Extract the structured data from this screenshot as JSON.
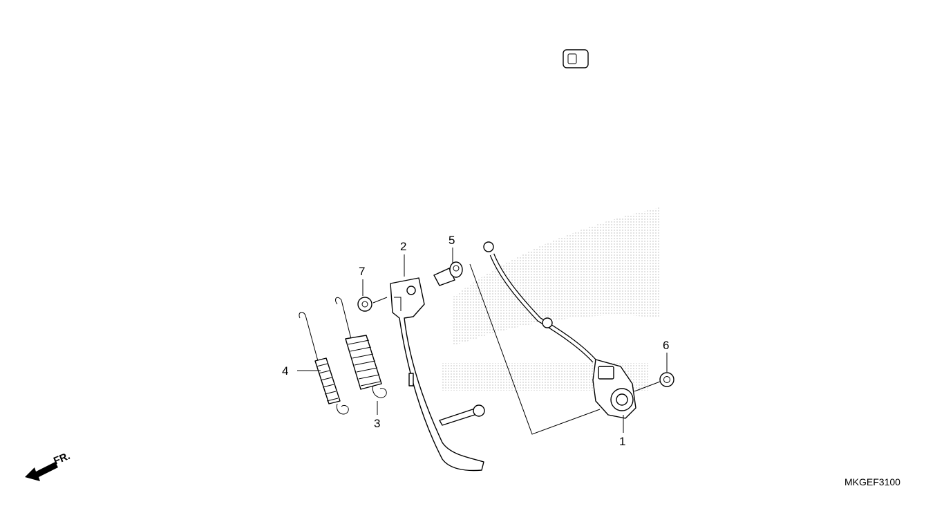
{
  "diagram": {
    "callouts": [
      "1",
      "2",
      "3",
      "4",
      "5",
      "6",
      "7"
    ],
    "direction_label": "FR.",
    "diagram_code": "MKGEF3100"
  }
}
